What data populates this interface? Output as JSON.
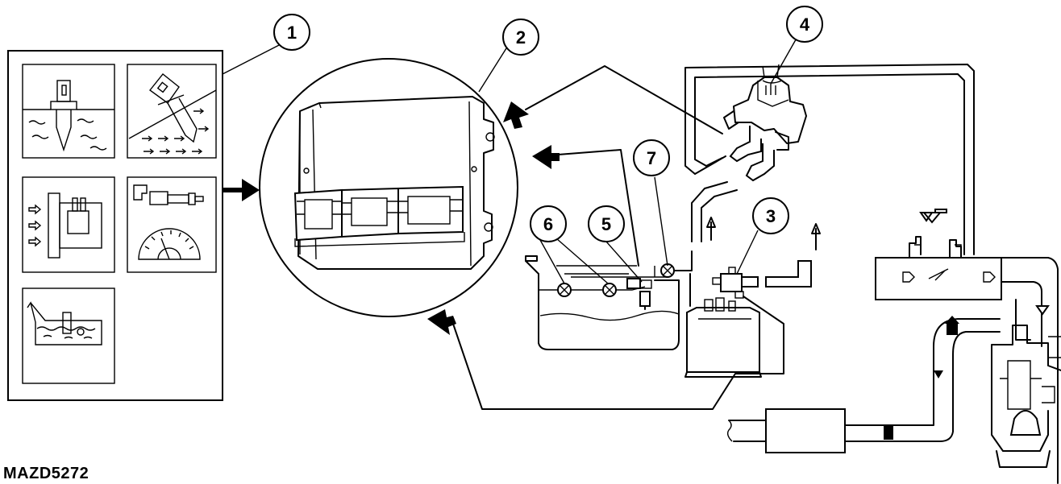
{
  "figure_id": "MAZD5272",
  "callouts": [
    "1",
    "2",
    "3",
    "4",
    "5",
    "6",
    "7"
  ]
}
